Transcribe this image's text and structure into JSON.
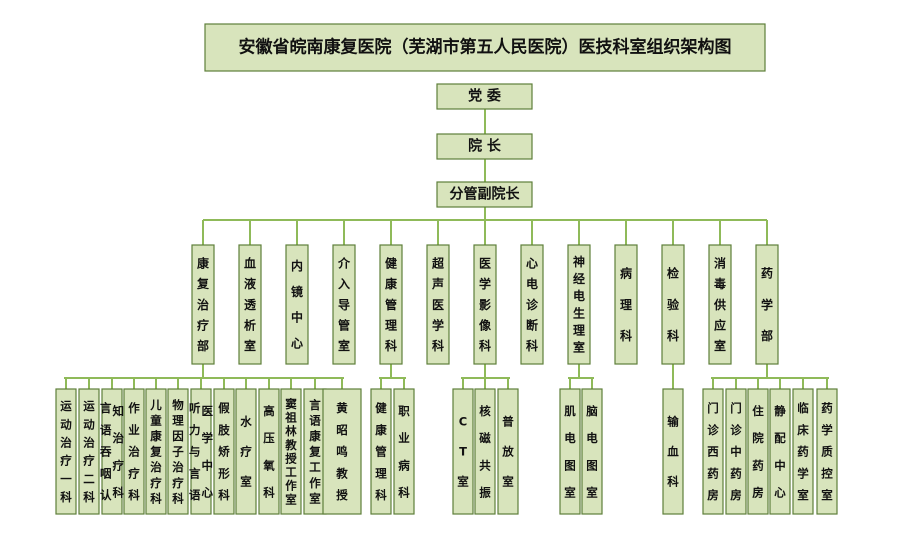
{
  "title": "安徽省皖南康复医院（芜湖市第五人民医院）医技科室组织架构图",
  "top": [
    {
      "id": "party",
      "text": "党 委"
    },
    {
      "id": "president",
      "text": "院 长"
    },
    {
      "id": "vice",
      "text": "分管副院长"
    }
  ],
  "departments": [
    {
      "id": "rehab",
      "text": "康复治疗部",
      "children": [
        "运动治疗一科",
        "运动治疗二科",
        "言语吞咽认知治疗科",
        "作业治疗科",
        "儿童康复治疗科",
        "物理因子治疗科",
        "听力与言语医学中心",
        "假肢矫形科",
        "水疗室",
        "高压氧科",
        "窦祖林教授工作室",
        "言语康复工作室",
        "黄昭鸣教授"
      ]
    },
    {
      "id": "dialysis",
      "text": "血液透析室",
      "children": []
    },
    {
      "id": "endoscopy",
      "text": "内镜中心",
      "children": []
    },
    {
      "id": "interventional",
      "text": "介入导管室",
      "children": []
    },
    {
      "id": "health",
      "text": "健康管理科",
      "children": [
        "健康管理科",
        "职业病科"
      ]
    },
    {
      "id": "ultrasound",
      "text": "超声医学科",
      "children": []
    },
    {
      "id": "imaging",
      "text": "医学影像科",
      "children": [
        "CT室",
        "核磁共振",
        "普放室"
      ]
    },
    {
      "id": "ecg",
      "text": "心电诊断科",
      "children": []
    },
    {
      "id": "neuro",
      "text": "神经电生理室",
      "children": [
        "肌电图室",
        "脑电图室"
      ]
    },
    {
      "id": "pathology",
      "text": "病理科",
      "children": []
    },
    {
      "id": "lab",
      "text": "检验科",
      "children": [
        "输血科"
      ]
    },
    {
      "id": "sterile",
      "text": "消毒供应室",
      "children": []
    },
    {
      "id": "pharmacy",
      "text": "药学部",
      "children": [
        "门诊西药房",
        "门诊中药房",
        "住院药房",
        "静配中心",
        "临床药学室",
        "药学质控室"
      ]
    }
  ],
  "colors": {
    "fill": "#d8e4bc",
    "border": "#5e7f3a",
    "line": "#8fba59",
    "title_fill": "#d8e4bc"
  }
}
